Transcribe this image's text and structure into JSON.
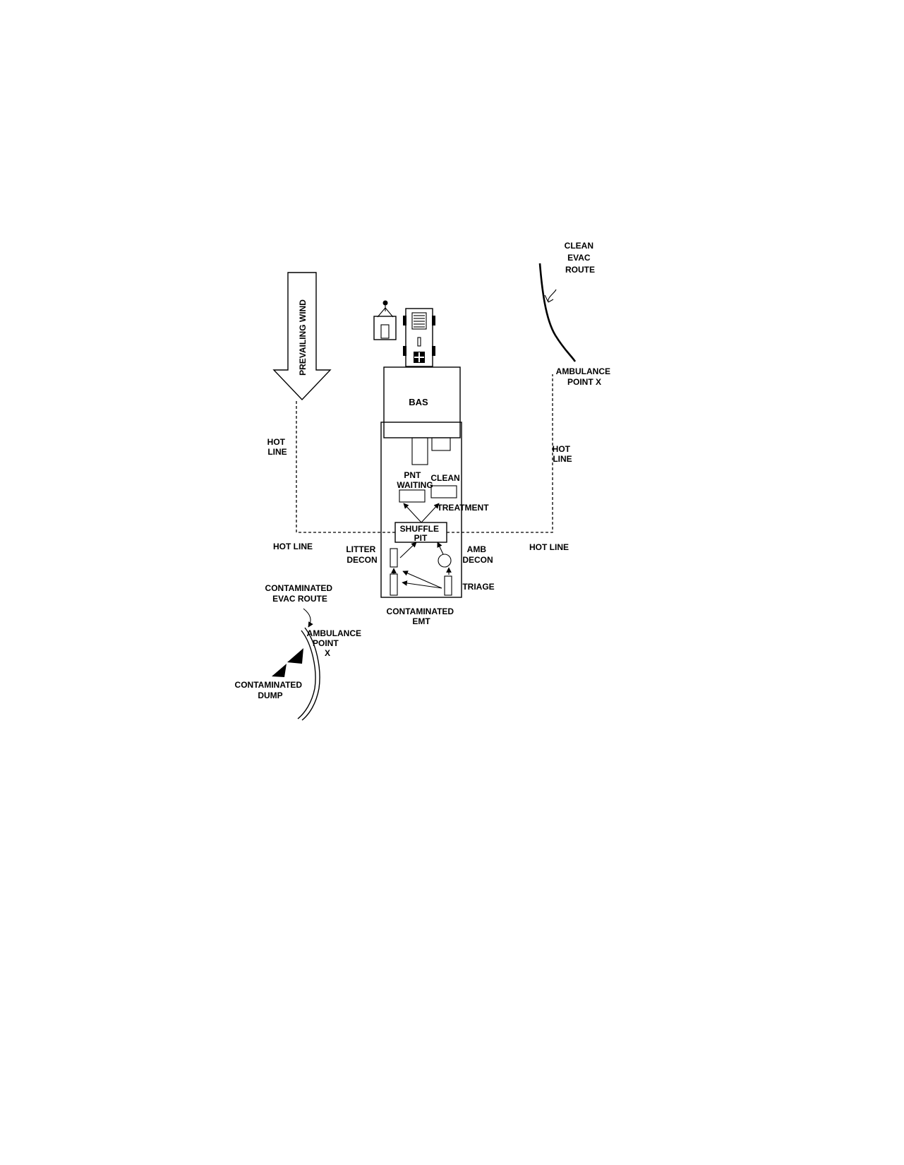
{
  "labels": {
    "prevailing_wind": "PREVAILING WIND",
    "clean_evac_route": [
      "CLEAN",
      "EVAC",
      "ROUTE"
    ],
    "ambulance_point_top": [
      "AMBULANCE",
      "POINT X"
    ],
    "bas": "BAS",
    "hot_line_left_upper": [
      "HOT",
      "LINE"
    ],
    "hot_line_right_upper": [
      "HOT",
      "LINE"
    ],
    "pnt_waiting": [
      "PNT",
      "WAITING"
    ],
    "clean": "CLEAN",
    "treatment": "TREATMENT",
    "shuffle_pit": [
      "SHUFFLE",
      "PIT"
    ],
    "hot_line_left": "HOT LINE",
    "hot_line_right": "HOT LINE",
    "litter_decon": [
      "LITTER",
      "DECON"
    ],
    "amb_decon": [
      "AMB",
      "DECON"
    ],
    "triage": "TRIAGE",
    "contaminated_evac_route": [
      "CONTAMINATED",
      "EVAC ROUTE"
    ],
    "contaminated_emt": [
      "CONTAMINATED",
      "EMT"
    ],
    "ambulance_point_bottom": [
      "AMBULANCE",
      "POINT",
      "X"
    ],
    "contaminated_dump": [
      "CONTAMINATED",
      "DUMP"
    ]
  },
  "icons": {
    "generator": "generator-icon",
    "ambulance": "ambulance-vehicle-icon",
    "wind_arrow": "wind-arrow-icon",
    "dump": "dump-triangle-icon"
  }
}
